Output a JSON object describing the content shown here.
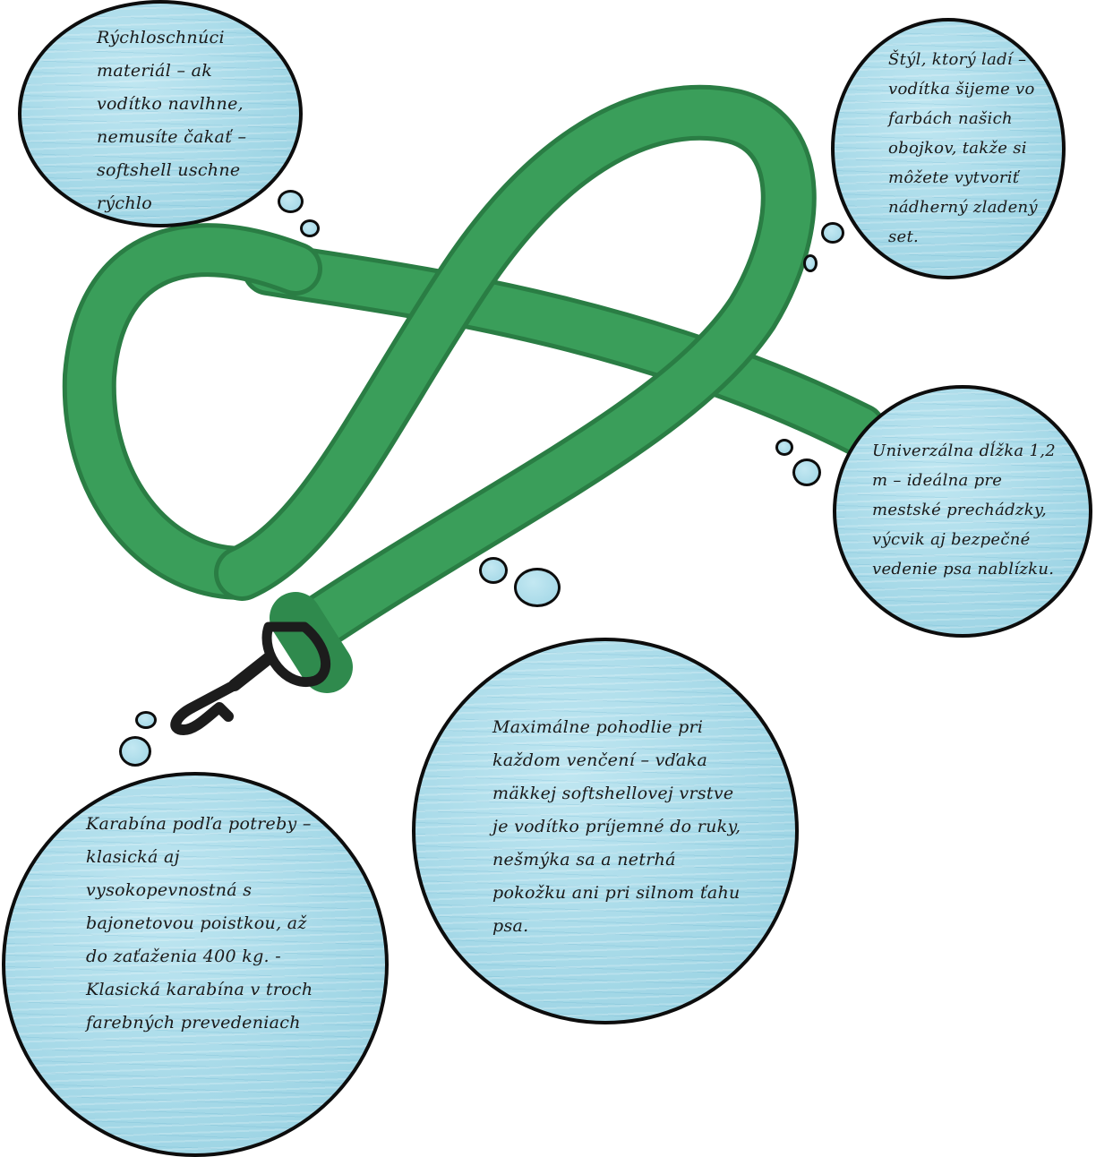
{
  "colors": {
    "leash_green": "#3a9e5a",
    "leash_dark": "#2a7d44",
    "bubble_fill": "#a9dbe9",
    "outline": "#0d0d0d",
    "clip": "#1c1c1c"
  },
  "bubbles": {
    "quick_dry": {
      "text": "Rýchloschnúci materiál – ak vodítko navlhne, nemusíte čakať – softshell uschne rýchlo"
    },
    "style": {
      "text": "Štýl, ktorý ladí – vodítka šijeme vo farbách našich obojkov, takže si môžete vytvoriť nádherný zladený set."
    },
    "length": {
      "text": "Univerzálna dĺžka 1,2 m – ideálna pre mestské prechádzky, výcvik aj bezpečné vedenie psa nablízku."
    },
    "comfort": {
      "text": "Maximálne pohodlie pri každom venčení – vďaka mäkkej softshellovej vrstve je vodítko príjemné do ruky, nešmýka sa a netrhá pokožku ani pri silnom ťahu psa."
    },
    "carabiner": {
      "text": "Karabína podľa potreby – klasická aj vysokopevnostná s bajonetovou poistkou, až do zaťaženia 400 kg. - Klasická karabína v troch farebných prevedeniach"
    }
  }
}
